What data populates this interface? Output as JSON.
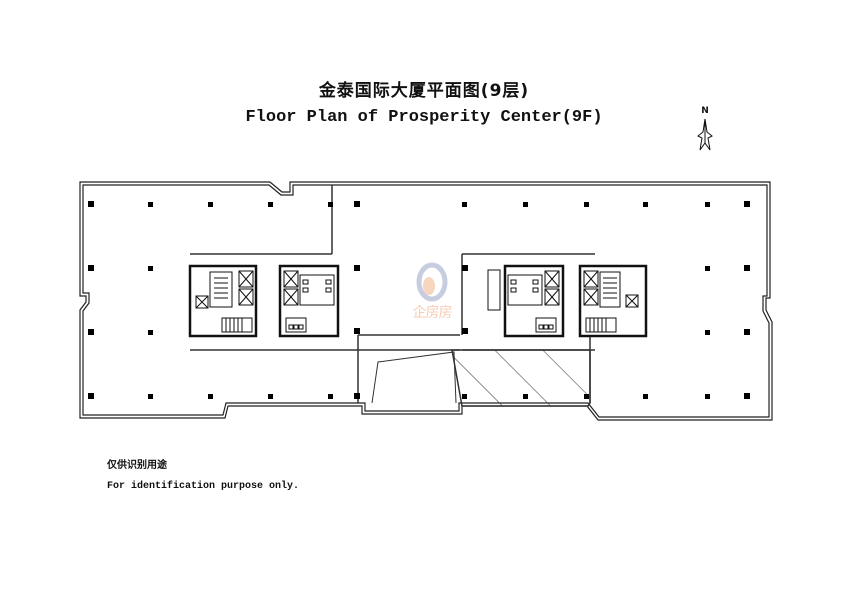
{
  "header": {
    "title_cn": "金泰国际大厦平面图(9层)",
    "title_en": "Floor Plan of Prosperity Center(9F)"
  },
  "compass": {
    "label": "N",
    "icon": "north-arrow-icon"
  },
  "watermark": {
    "text": "企房房",
    "icon": "q-logo-icon",
    "color": "#f2a37a"
  },
  "notes": {
    "cn": "仅供识别用途",
    "en": "For identification purpose only."
  },
  "plan": {
    "line_color": "#222222",
    "column_color": "#000000",
    "hatch_area": "shaded-void"
  }
}
